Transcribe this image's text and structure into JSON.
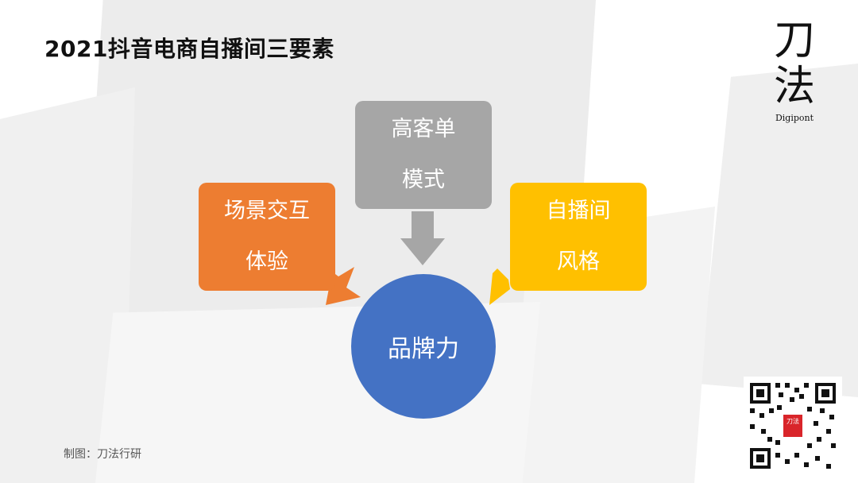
{
  "title": "2021抖音电商自播间三要素",
  "logo": {
    "line1": "刀",
    "line2": "法",
    "sub": "Digipont"
  },
  "diagram": {
    "top_box": {
      "line1": "高客单",
      "line2": "模式",
      "color": "#a6a6a6"
    },
    "left_box": {
      "line1": "场景交互",
      "line2": "体验",
      "color": "#ed7d31"
    },
    "right_box": {
      "line1": "自播间",
      "line2": "风格",
      "color": "#ffc000"
    },
    "center_circle": {
      "label": "品牌力",
      "color": "#4472c4"
    }
  },
  "footer": {
    "credit": "制图：刀法行研"
  },
  "qr_code": {
    "center_label": "刀法",
    "center_color": "#d9252a"
  }
}
